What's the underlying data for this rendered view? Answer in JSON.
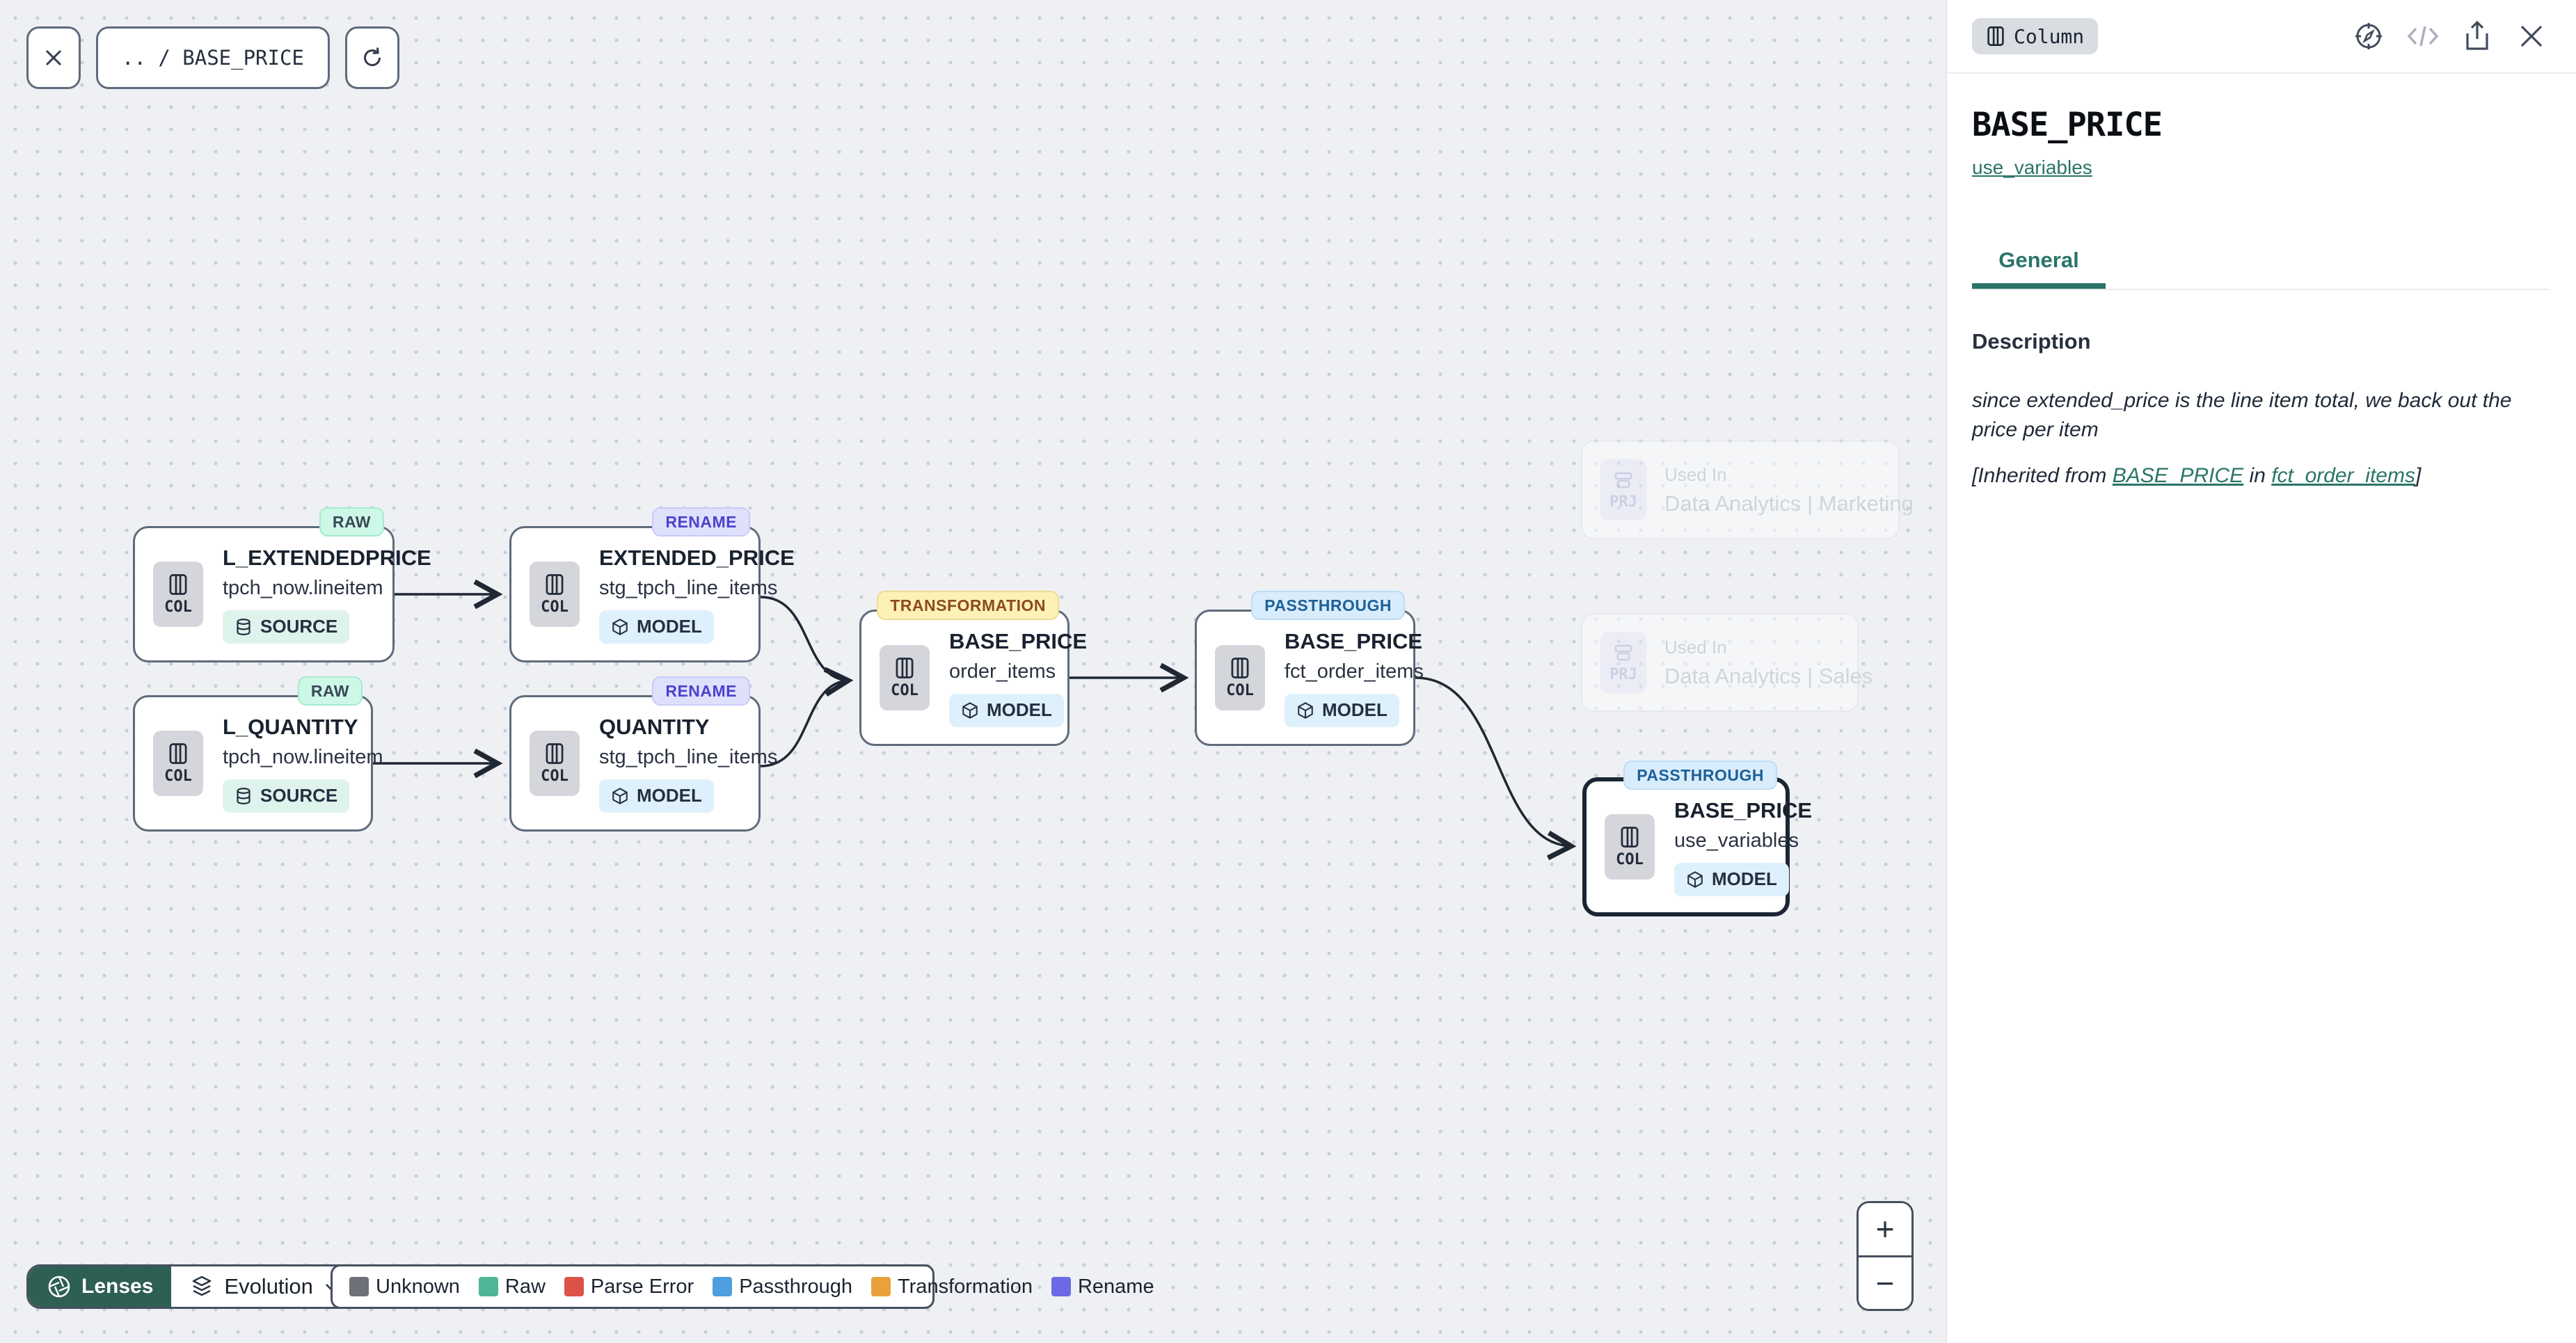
{
  "toolbar": {
    "breadcrumb": ".. / BASE_PRICE"
  },
  "canvas": {
    "nodes": [
      {
        "badge": "RAW",
        "title": "L_EXTENDEDPRICE",
        "subtitle": "tpch_now.lineitem",
        "chip": "COL",
        "kind": "SOURCE"
      },
      {
        "badge": "RENAME",
        "title": "EXTENDED_PRICE",
        "subtitle": "stg_tpch_line_items",
        "chip": "COL",
        "kind": "MODEL"
      },
      {
        "badge": "RAW",
        "title": "L_QUANTITY",
        "subtitle": "tpch_now.lineitem",
        "chip": "COL",
        "kind": "SOURCE"
      },
      {
        "badge": "RENAME",
        "title": "QUANTITY",
        "subtitle": "stg_tpch_line_items",
        "chip": "COL",
        "kind": "MODEL"
      },
      {
        "badge": "TRANSFORMATION",
        "title": "BASE_PRICE",
        "subtitle": "order_items",
        "chip": "COL",
        "kind": "MODEL"
      },
      {
        "badge": "PASSTHROUGH",
        "title": "BASE_PRICE",
        "subtitle": "fct_order_items",
        "chip": "COL",
        "kind": "MODEL"
      },
      {
        "badge": "PASSTHROUGH",
        "title": "BASE_PRICE",
        "subtitle": "use_variables",
        "chip": "COL",
        "kind": "MODEL"
      }
    ],
    "ghosts": [
      {
        "chip": "PRJ",
        "label": "Used In",
        "name": "Data Analytics | Marketing"
      },
      {
        "chip": "PRJ",
        "label": "Used In",
        "name": "Data Analytics | Sales"
      }
    ]
  },
  "footer": {
    "lenses_label": "Lenses",
    "lens_mode": "Evolution",
    "legend": [
      {
        "label": "Unknown",
        "color": "#6e7178"
      },
      {
        "label": "Raw",
        "color": "#4fb596"
      },
      {
        "label": "Parse Error",
        "color": "#db5348"
      },
      {
        "label": "Passthrough",
        "color": "#4d9fdf"
      },
      {
        "label": "Transformation",
        "color": "#e9a23b"
      },
      {
        "label": "Rename",
        "color": "#6b6ae6"
      }
    ],
    "zoom_in": "+",
    "zoom_out": "−"
  },
  "panel": {
    "type_badge": "Column",
    "title": "BASE_PRICE",
    "model_link": "use_variables",
    "tab": "General",
    "description_label": "Description",
    "description_text": "since extended_price is the line item total, we back out the price per item",
    "inherited": {
      "prefix": "[Inherited from ",
      "link_column": "BASE_PRICE",
      "middle": " in ",
      "link_model": "fct_order_items",
      "suffix": "]"
    }
  },
  "colors": {
    "accent_teal": "#2a7468",
    "lenses_green": "#2e5f53",
    "selection_border": "#1b2534",
    "edge": "#1f2733"
  }
}
